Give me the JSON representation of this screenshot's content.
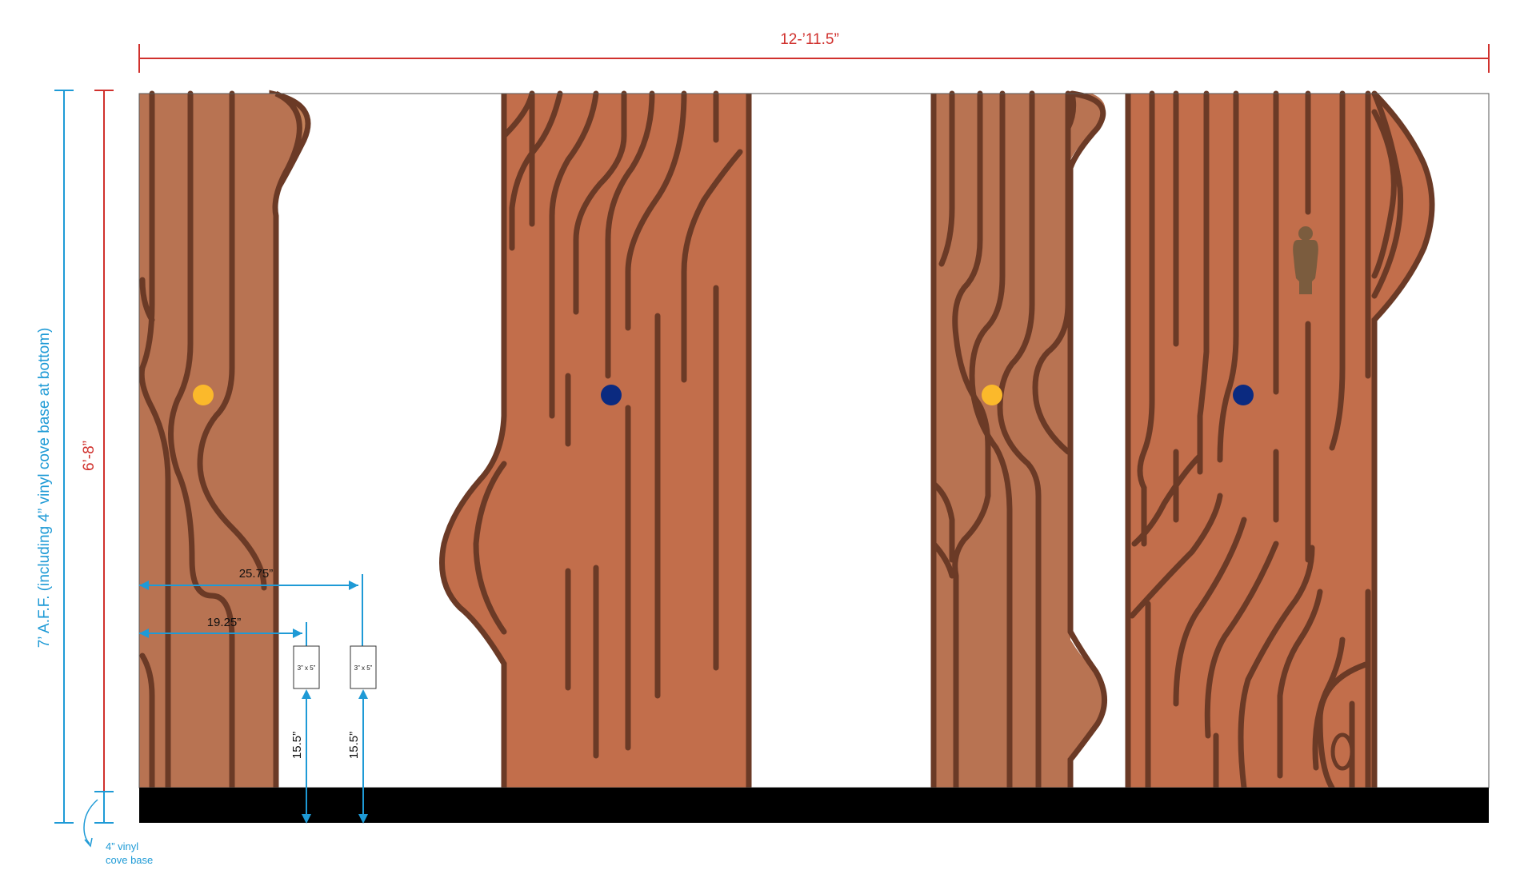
{
  "dimensions": {
    "overall_width": "12-’11.5”",
    "panel_height": "6’-8”",
    "aff_height": "7’ A.F.F. (including 4” vinyl cove base at bottom)",
    "offset_far": "25.75”",
    "offset_near": "19.25”",
    "card_height_left": "15.5”",
    "card_height_right": "15.5”",
    "card_label_left": "3” x 5”",
    "card_label_right": "3” x 5”",
    "cove_note_line1": "4” vinyl",
    "cove_note_line2": "cove base"
  },
  "colors": {
    "wood_light": "#b87352",
    "wood_main": "#c26e4b",
    "wood_highlight": "#c4825a",
    "grain": "#6b3a26",
    "cove_base": "#000000",
    "dimension_red": "#d0312d",
    "dimension_blue": "#1e9ad6",
    "dot_yellow": "#fbb92b",
    "dot_navy": "#0b2a80",
    "figure": "#7b5c3e"
  },
  "markers": [
    {
      "name": "yellow-marker",
      "color": "yellow"
    },
    {
      "name": "navy-marker",
      "color": "navy"
    },
    {
      "name": "yellow-marker",
      "color": "yellow"
    },
    {
      "name": "navy-marker",
      "color": "navy"
    }
  ]
}
